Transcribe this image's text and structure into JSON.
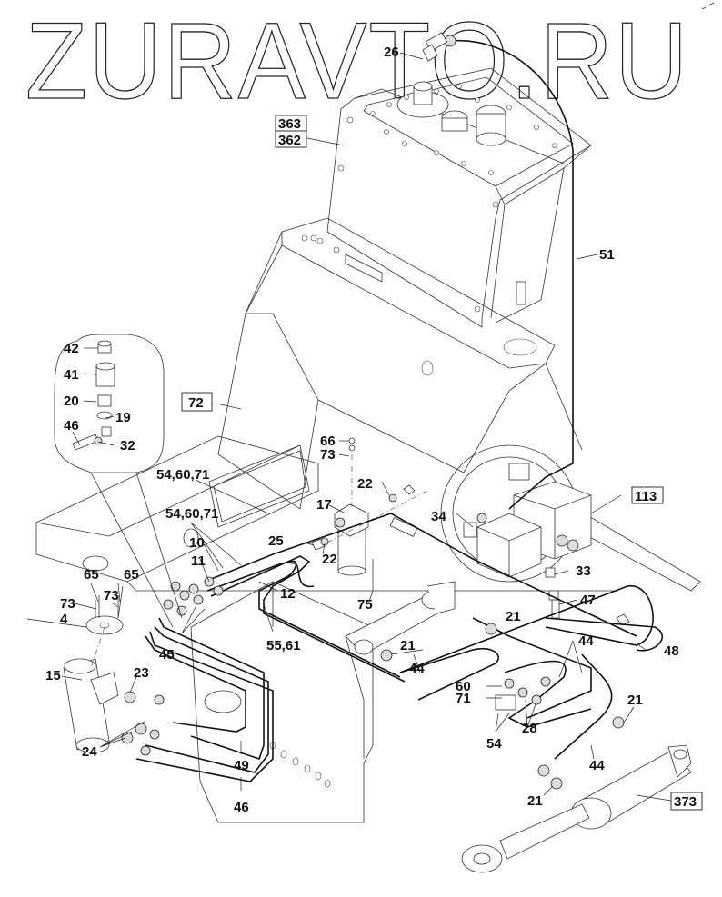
{
  "watermark": "ZURAVTO.RU",
  "diagram": {
    "type": "exploded parts drawing - hydraulic tank and lines assembly",
    "callouts": [
      {
        "id": "c26",
        "text": "26"
      },
      {
        "id": "c363",
        "text": "363",
        "boxed": true
      },
      {
        "id": "c362",
        "text": "362",
        "boxed": true
      },
      {
        "id": "c51",
        "text": "51"
      },
      {
        "id": "c72",
        "text": "72",
        "boxed": true
      },
      {
        "id": "c42",
        "text": "42"
      },
      {
        "id": "c41",
        "text": "41"
      },
      {
        "id": "c20",
        "text": "20"
      },
      {
        "id": "c19",
        "text": "19"
      },
      {
        "id": "c46a",
        "text": "46"
      },
      {
        "id": "c32",
        "text": "32"
      },
      {
        "id": "c66",
        "text": "66"
      },
      {
        "id": "c73a",
        "text": "73"
      },
      {
        "id": "c5460a",
        "text": "54,60,71"
      },
      {
        "id": "c5460b",
        "text": "54,60,71"
      },
      {
        "id": "c22a",
        "text": "22"
      },
      {
        "id": "c17",
        "text": "17"
      },
      {
        "id": "c22b",
        "text": "22"
      },
      {
        "id": "c25",
        "text": "25"
      },
      {
        "id": "c10",
        "text": "10"
      },
      {
        "id": "c11",
        "text": "11"
      },
      {
        "id": "c12",
        "text": "12"
      },
      {
        "id": "c34",
        "text": "34"
      },
      {
        "id": "c113",
        "text": "113",
        "boxed": true
      },
      {
        "id": "c33",
        "text": "33"
      },
      {
        "id": "c47",
        "text": "47"
      },
      {
        "id": "c48",
        "text": "48"
      },
      {
        "id": "c65a",
        "text": "65"
      },
      {
        "id": "c65b",
        "text": "65"
      },
      {
        "id": "c73b",
        "text": "73"
      },
      {
        "id": "c73c",
        "text": "73"
      },
      {
        "id": "c4",
        "text": "4"
      },
      {
        "id": "c75",
        "text": "75"
      },
      {
        "id": "c21a",
        "text": "21"
      },
      {
        "id": "c55",
        "text": "55,61"
      },
      {
        "id": "c45",
        "text": "45"
      },
      {
        "id": "c15",
        "text": "15"
      },
      {
        "id": "c23",
        "text": "23"
      },
      {
        "id": "c21b",
        "text": "21"
      },
      {
        "id": "c44a",
        "text": "44"
      },
      {
        "id": "c44b",
        "text": "44"
      },
      {
        "id": "c60",
        "text": "60"
      },
      {
        "id": "c71",
        "text": "71"
      },
      {
        "id": "c28",
        "text": "28"
      },
      {
        "id": "c54",
        "text": "54"
      },
      {
        "id": "c21c",
        "text": "21"
      },
      {
        "id": "c44c",
        "text": "44"
      },
      {
        "id": "c24",
        "text": "24"
      },
      {
        "id": "c49",
        "text": "49"
      },
      {
        "id": "c46b",
        "text": "46"
      },
      {
        "id": "c21d",
        "text": "21"
      },
      {
        "id": "c373",
        "text": "373",
        "boxed": true
      }
    ]
  }
}
